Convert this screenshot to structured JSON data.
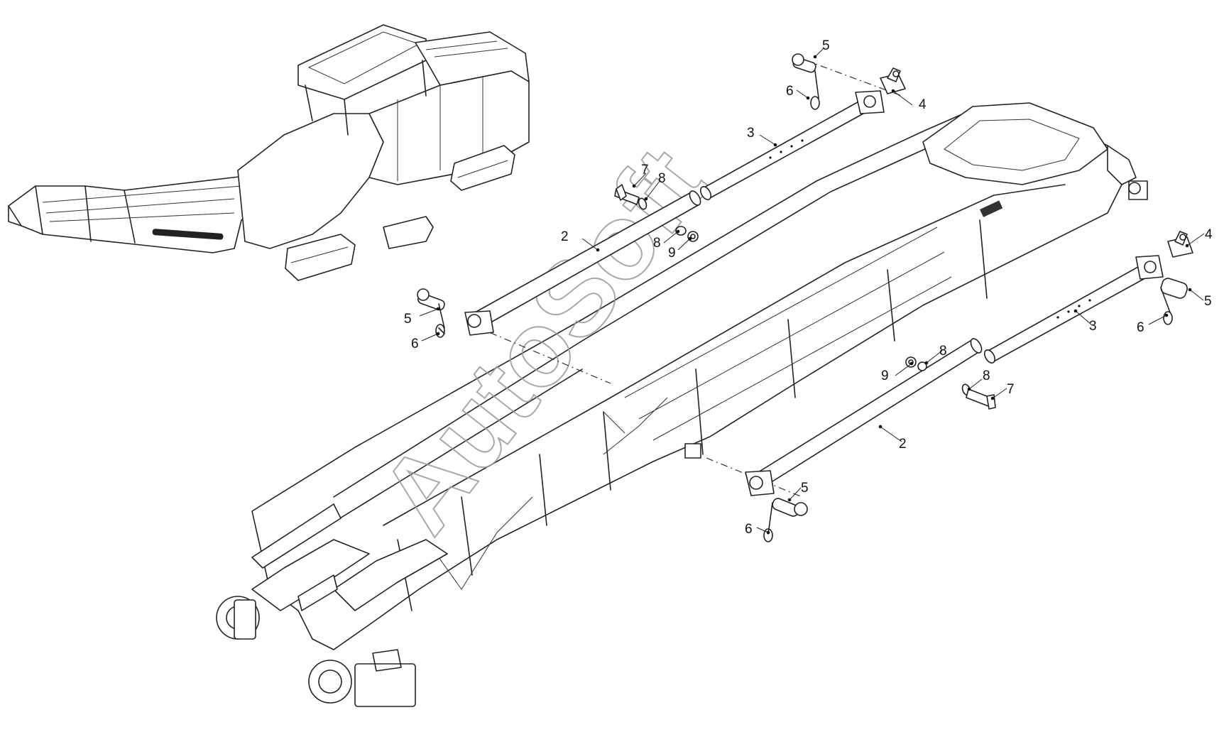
{
  "watermark": "AutoSoft",
  "callouts": [
    {
      "id": "c5a",
      "label": "5"
    },
    {
      "id": "c6a",
      "label": "6"
    },
    {
      "id": "c4a",
      "label": "4"
    },
    {
      "id": "c3a",
      "label": "3"
    },
    {
      "id": "c7a",
      "label": "7"
    },
    {
      "id": "c8a",
      "label": "8"
    },
    {
      "id": "c2a",
      "label": "2"
    },
    {
      "id": "c8b",
      "label": "8"
    },
    {
      "id": "c9a",
      "label": "9"
    },
    {
      "id": "c5b",
      "label": "5"
    },
    {
      "id": "c6b",
      "label": "6"
    },
    {
      "id": "c4b",
      "label": "4"
    },
    {
      "id": "c5c",
      "label": "5"
    },
    {
      "id": "c3b",
      "label": "3"
    },
    {
      "id": "c6c",
      "label": "6"
    },
    {
      "id": "c8c",
      "label": "8"
    },
    {
      "id": "c9b",
      "label": "9"
    },
    {
      "id": "c8d",
      "label": "8"
    },
    {
      "id": "c7b",
      "label": "7"
    },
    {
      "id": "c2b",
      "label": "2"
    },
    {
      "id": "c5d",
      "label": "5"
    },
    {
      "id": "c6d",
      "label": "6"
    }
  ]
}
